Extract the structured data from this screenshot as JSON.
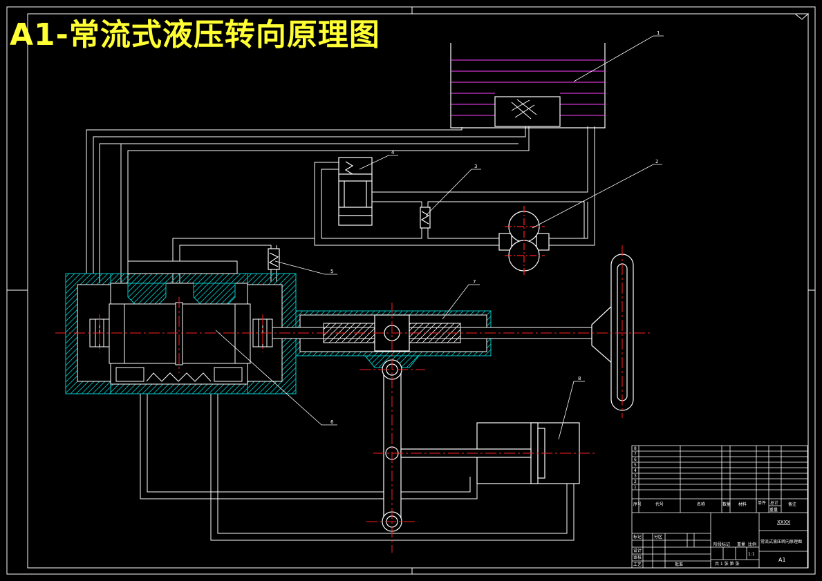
{
  "title": "A1-常流式液压转向原理图",
  "callouts": [
    "1",
    "2",
    "3",
    "4",
    "5",
    "6",
    "7",
    "8"
  ],
  "title_block": {
    "parts_rows": [
      "8",
      "7",
      "6",
      "5",
      "4",
      "3",
      "2",
      "1"
    ],
    "col_seq": "序号",
    "col_code": "代号",
    "col_name": "名称",
    "col_qty": "数量",
    "col_material": "材料",
    "col_weight_single": "单件",
    "col_weight_total": "总计",
    "col_weight": "重量",
    "col_note": "备注",
    "drawing_code": "XXXX",
    "drawing_name": "常流式液压转向原理图",
    "sheet_size": "A1",
    "scale": "1:1",
    "sheet_info": "共 1 张  第  张",
    "row_design": "设计",
    "row_check": "审核",
    "row_craft": "工艺",
    "row_approve": "批准",
    "row_mark": "标记",
    "row_zone": "分区",
    "row_stage": "阶段标记",
    "row_weight": "重量",
    "row_ratio": "比例"
  },
  "colors": {
    "background": "#000000",
    "line": "#ffffff",
    "title": "#ffff33",
    "centerline": "#ff2020",
    "hatch": "#00c8c8",
    "fluid": "#ff40ff"
  }
}
